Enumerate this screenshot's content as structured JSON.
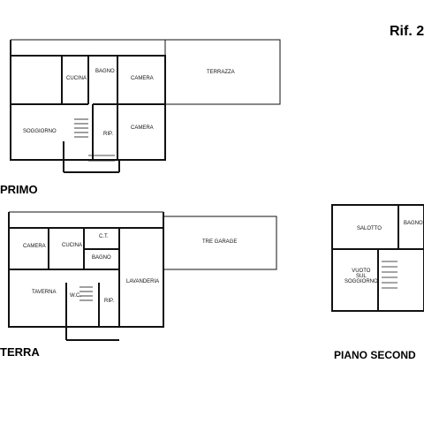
{
  "ref": "Rif. 2",
  "floors": {
    "primo": {
      "title": "PRIMO",
      "rooms": {
        "cucina": "CUCINA",
        "bagno": "BAGNO",
        "camera1": "CAMERA",
        "terrazza": "TERRAZZA",
        "soggiorno": "SOGGIORNO",
        "rip": "RIP.",
        "camera2": "CAMERA"
      }
    },
    "terra": {
      "title": "TERRA",
      "rooms": {
        "camera": "CAMERA",
        "cucina": "CUCINA",
        "ct": "C.T.",
        "bagno": "BAGNO",
        "garage": "TRE GARAGE",
        "taverna": "TAVERNA",
        "lavanderia": "LAVANDERIA",
        "wc": "W.C.",
        "rip": "RIP."
      }
    },
    "secondo": {
      "title": "PIANO SECOND",
      "rooms": {
        "salotto": "SALOTTO",
        "bagno": "BAGNO",
        "vuoto": "VUOTO\nSUL\nSOGGIORNO"
      }
    }
  }
}
